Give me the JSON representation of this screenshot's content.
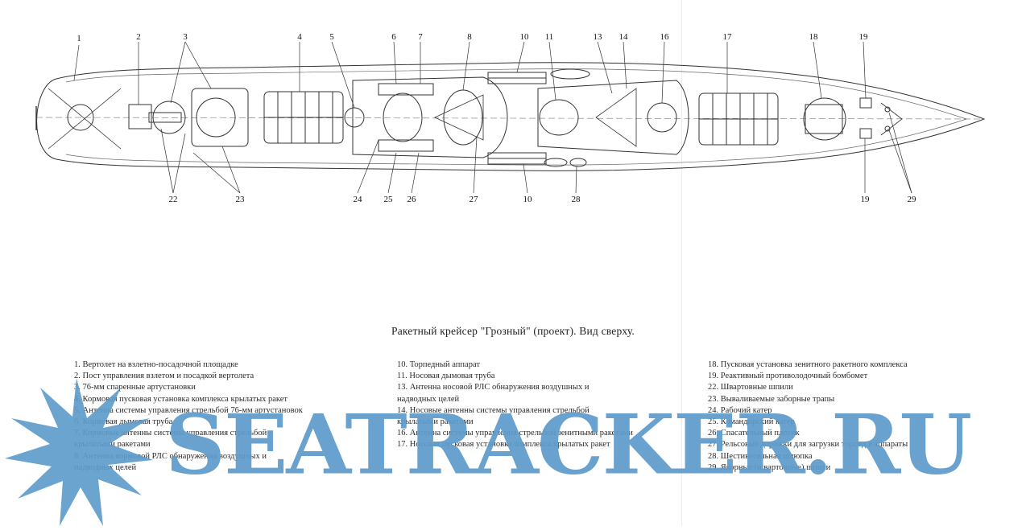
{
  "callouts_top": [
    "1",
    "2",
    "3",
    "4",
    "5",
    "6",
    "7",
    "8",
    "10",
    "11",
    "13",
    "14",
    "16",
    "17",
    "18",
    "19"
  ],
  "callouts_bottom": [
    "22",
    "23",
    "24",
    "25",
    "26",
    "27",
    "10",
    "28",
    "19",
    "29"
  ],
  "title": "Ракетный крейсер \"Грозный\" (проект). Вид сверху.",
  "legend": {
    "col1": [
      "1. Вертолет на взлетно-посадочной площадке",
      "2. Пост управления взлетом и посадкой вертолета",
      "3. 76-мм спаренные артустановки",
      "4. Кормовая пусковая установка комплекса крылатых ракет",
      "5. Антенна системы управления стрельбой 76-мм артустановок",
      "6. Кормовая дымовая труба",
      "7. Кормовые антенны системы управления стрельбой крылатыми ракетами",
      "8. Антенна кормовой РЛС обнаружения воздушных и надводных целей"
    ],
    "col2": [
      "10. Торпедный аппарат",
      "11. Носовая дымовая труба",
      "13. Антенна носовой РЛС обнаружения воздушных и надводных целей",
      "14. Носовые антенны системы управления стрельбой крылатыми ракетами",
      "16. Антенна системы управления стрельбой зенитными ракетами",
      "17. Носовая пусковая установка комплекса крылатых ракет"
    ],
    "col3": [
      "18. Пусковая установка зенитного ракетного комплекса",
      "19. Реактивный противолодочный бомбомет",
      "22. Швартовные шпили",
      "23. Вываливаемые заборные трапы",
      "24. Рабочий катер",
      "25. Командирский катер",
      "26. Спасательный плотик",
      "27. Рельсовые дорожки для загрузки торпед в аппараты",
      "28. Шестивесельная шлюпка",
      "29. Якорные (швартовные) шпили"
    ]
  },
  "watermark": {
    "text": "SEATRACKER.RU",
    "color": "#5e9ccb"
  }
}
